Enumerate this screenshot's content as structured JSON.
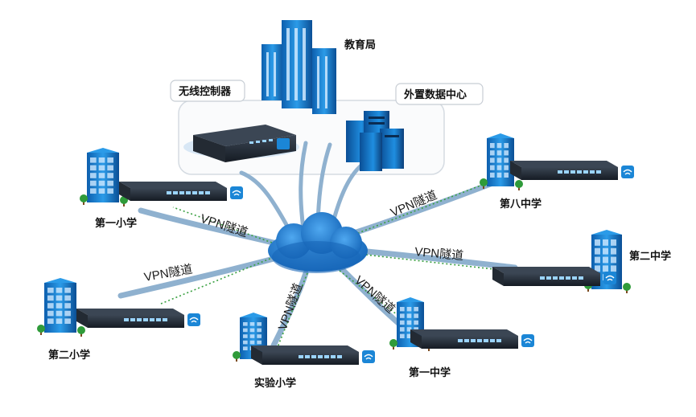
{
  "hq": {
    "title": "教育局",
    "controller_label": "无线控制器",
    "datacenter_label": "外置数据中心"
  },
  "tunnel_label": "VPN隧道",
  "sites": [
    {
      "name": "第一小学"
    },
    {
      "name": "第二小学"
    },
    {
      "name": "实验小学"
    },
    {
      "name": "第一中学"
    },
    {
      "name": "第二中学"
    },
    {
      "name": "第八中学"
    }
  ],
  "colors": {
    "building_blue": "#1b86d6",
    "device_dark": "#1f2937",
    "tunnel": "#8fb1cf",
    "cloud": "#1c74c9",
    "link_dotted": "#3aa041"
  }
}
